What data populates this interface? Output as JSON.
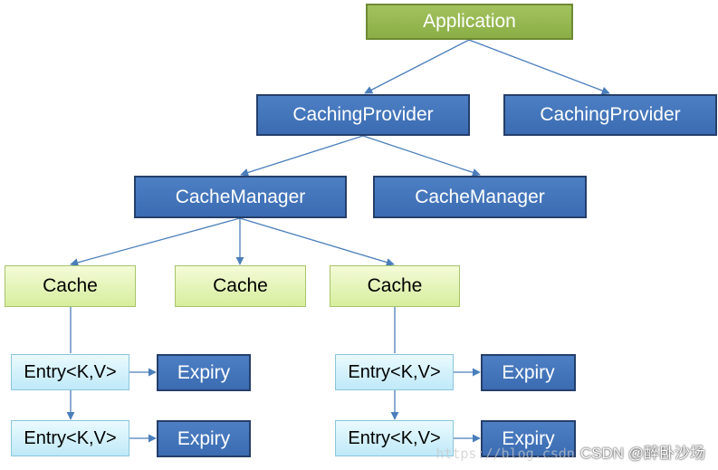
{
  "diagram": {
    "application": "Application",
    "caching_provider_1": "CachingProvider",
    "caching_provider_2": "CachingProvider",
    "cache_manager_1": "CacheManager",
    "cache_manager_2": "CacheManager",
    "cache_1": "Cache",
    "cache_2": "Cache",
    "cache_3": "Cache",
    "entry_1": "Entry<K,V>",
    "entry_2": "Entry<K,V>",
    "entry_3": "Entry<K,V>",
    "entry_4": "Entry<K,V>",
    "expiry_1": "Expiry",
    "expiry_2": "Expiry",
    "expiry_3": "Expiry",
    "expiry_4": "Expiry"
  },
  "watermark": {
    "url": "https://blog.csdn",
    "text": "CSDN @醉卧沙场"
  },
  "colors": {
    "application_fill": "#8aae45",
    "dark_node_fill": "#3b6cb2",
    "cache_fill": "#d6ee9c",
    "entry_fill": "#bfe9f8",
    "connector": "#4a7ebb"
  }
}
